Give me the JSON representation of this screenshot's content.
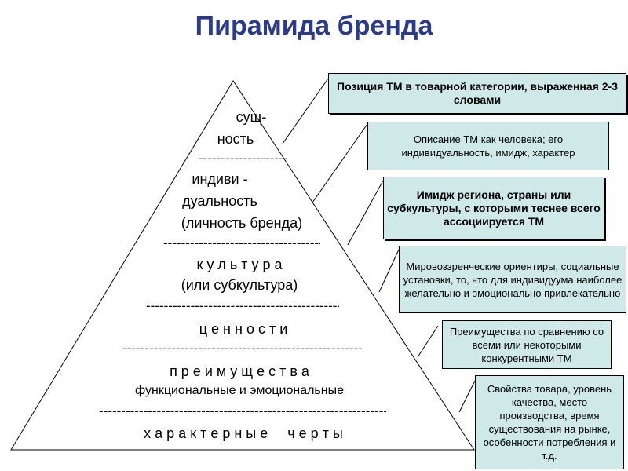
{
  "title": "Пирамида бренда",
  "pyramid": {
    "essence_1": "сущ-",
    "essence_2": "ность",
    "individuality_1": "индиви -",
    "individuality_2": "дуальность",
    "individuality_3": "(личность бренда)",
    "culture_1": "к у л ь т у р а",
    "culture_2": "(или субкультура)",
    "values": "ц е н н о с т и",
    "benefits_1": "п р е и м у щ е с т в а",
    "benefits_2": "функциональные и эмоциональные",
    "features": "х а р а к т е р н ы е     ч е р т ы",
    "separator": "------------------------------------------------------------------------------------------------------"
  },
  "boxes": [
    {
      "text": "Позиция ТМ в товарной категории, выраженная 2-3 словами"
    },
    {
      "text": "Описание ТМ как человека; его индивидуальность, имидж, характер"
    },
    {
      "text": "Имидж региона, страны или субкультуры, с которыми теснее всего ассоциируется ТМ"
    },
    {
      "text": "Мировоззренческие ориентиры, социальные установки, то, что для индивидуума наиболее желательно и эмоционально привлекательно"
    },
    {
      "text": "Преимущества по сравнению со всеми или некоторыми конкурентными ТМ"
    },
    {
      "text": "Свойства товара, уровень качества, место производства, время существования на рынке, особенности потребления и т.д."
    }
  ],
  "colors": {
    "title": "#2a3a8c",
    "box_fill": "#cfe8e8",
    "line": "#000000"
  }
}
